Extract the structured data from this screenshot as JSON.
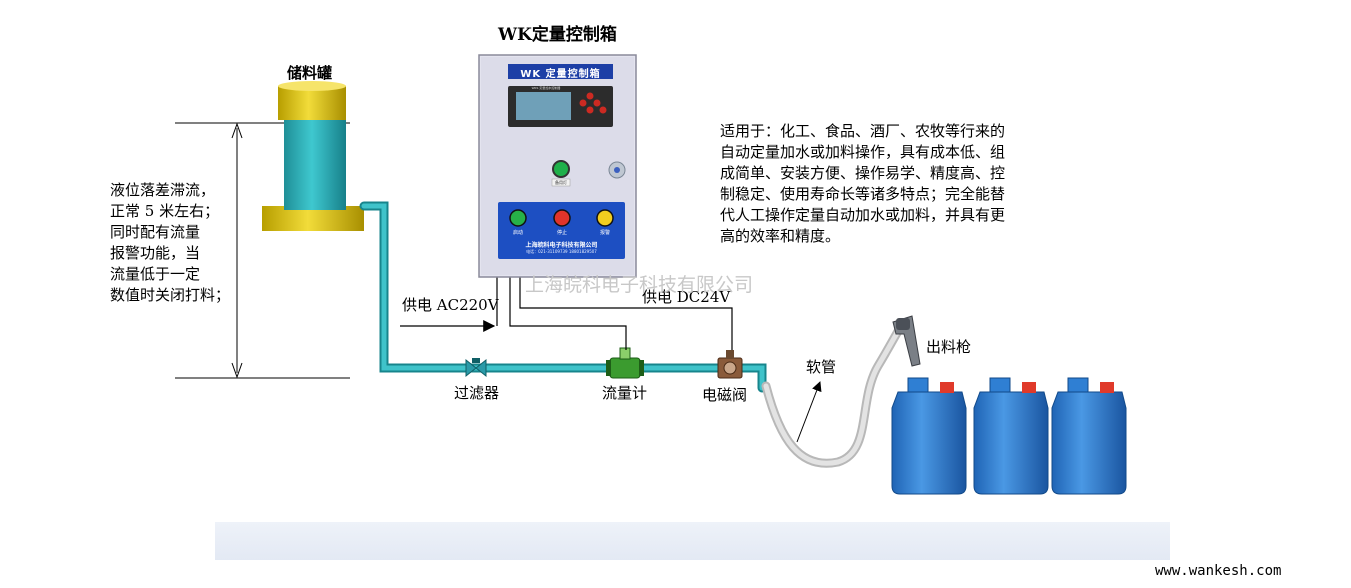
{
  "title": "WK定量控制箱",
  "panel": {
    "header": "WK 定量控制箱",
    "display_caption": "WKS 定量加水控制器",
    "start_key": "备用灯",
    "buttons": [
      "启动",
      "停止",
      "报警"
    ],
    "company_line": "上海皖科电子科技有限公司",
    "phone_line": "电话：021-31109739 18801829507"
  },
  "labels": {
    "tank": "储料罐",
    "filter": "过滤器",
    "flowmeter": "流量计",
    "valve": "电磁阀",
    "hose": "软管",
    "nozzle": "出料枪",
    "ac": "供电 AC220V",
    "dc": "供电 DC24V"
  },
  "left_note": "液位落差滞流，\n正常 5 米左右；\n同时配有流量\n报警功能，当\n流量低于一定\n数值时关闭打料；",
  "right_note": "适用于：化工、食品、酒厂、农牧等行来的\n自动定量加水或加料操作，具有成本低、组\n成简单、安装方便、操作易学、精度高、控\n制稳定、使用寿命长等诸多特点；完全能替\n代人工操作定量自动加水或加料，并具有更\n高的效率和精度。",
  "watermark": "上海皖科电子科技有限公司",
  "website": "www.wankesh.com",
  "colors": {
    "pipe": "#2aa7ad",
    "tank_body": "#2bb0b8",
    "tank_gold": "#e0c400",
    "panel_bg": "#d9d9e8",
    "panel_blue": "#1b4fbf",
    "jerrycan": "#2f7fd3",
    "cap": "#e03a2a"
  }
}
